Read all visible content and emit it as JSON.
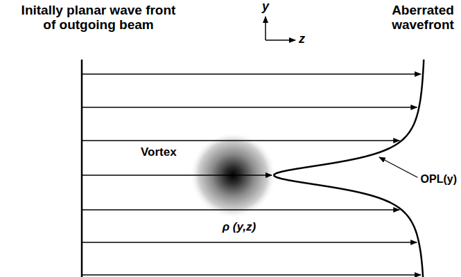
{
  "diagram": {
    "labels": [
      "y",
      "z",
      "Initally planar wave front of outgoing beam",
      "Aberrated wavefront",
      "Vortex",
      "OPL(y)",
      "ρ (y,z)"
    ]
  }
}
